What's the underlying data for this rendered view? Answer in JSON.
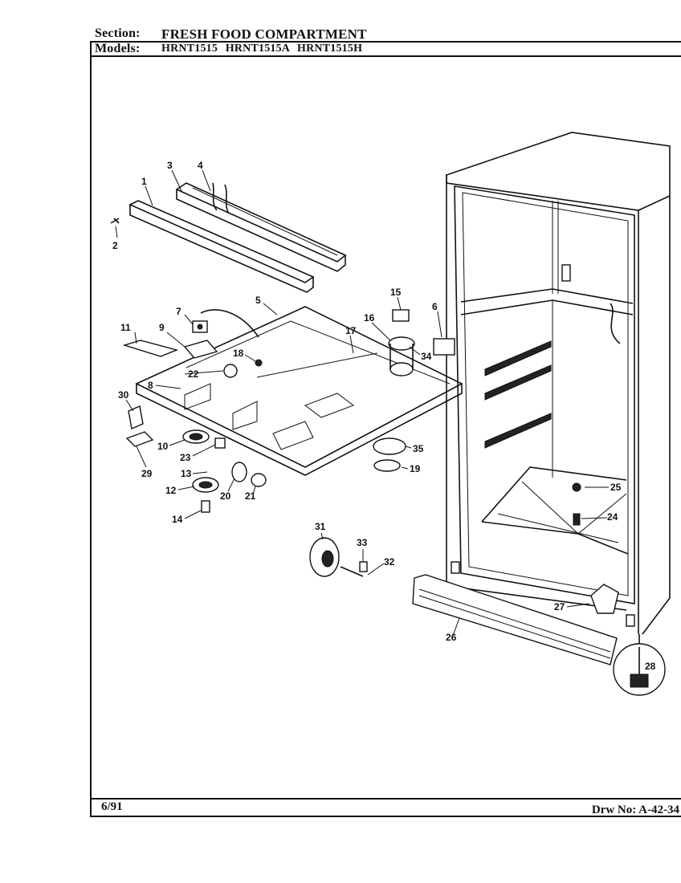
{
  "header": {
    "section_label": "Section:",
    "section_value": "FRESH FOOD COMPARTMENT",
    "models_label": "Models:",
    "models_value": "HRNT1515 HRNT1515A HRNT1515H"
  },
  "footer": {
    "date": "6/91",
    "drawing_number": "Drw No: A-42-34"
  },
  "callouts": [
    "1",
    "2",
    "3",
    "4",
    "5",
    "6",
    "7",
    "8",
    "9",
    "10",
    "11",
    "12",
    "13",
    "14",
    "15",
    "16",
    "17",
    "18",
    "19",
    "20",
    "21",
    "22",
    "23",
    "24",
    "25",
    "26",
    "27",
    "28",
    "29",
    "30",
    "31",
    "32",
    "33",
    "34",
    "35"
  ]
}
